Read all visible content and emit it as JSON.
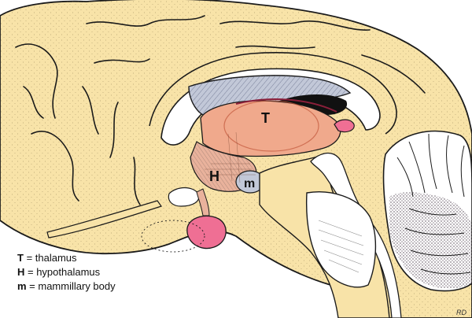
{
  "colors": {
    "brain": "#F8E3A8",
    "outline": "#1a1a1a",
    "thalamus": "#F0A98C",
    "thalamus_dark": "#E07E62",
    "hypothalamus": "#E9B29C",
    "fornix": "#C2C8D8",
    "corpus_callosum": "#FFFFFF",
    "ventricle": "#FFFFFF",
    "pituitary": "#EF6F94",
    "pineal": "#EF6F94",
    "cerebellum_white": "#FFFFFF",
    "cerebellum_dots": "#3a2a3a",
    "stipple": "#6b5a3a"
  },
  "labels": {
    "thalamus": "T",
    "hypothalamus": "H",
    "mammillary": "m"
  },
  "legend": [
    {
      "key": "T",
      "text": " = thalamus"
    },
    {
      "key": "H",
      "text": " = hypothalamus"
    },
    {
      "key": "m",
      "text": " = mammillary body"
    }
  ],
  "signature": "RD"
}
